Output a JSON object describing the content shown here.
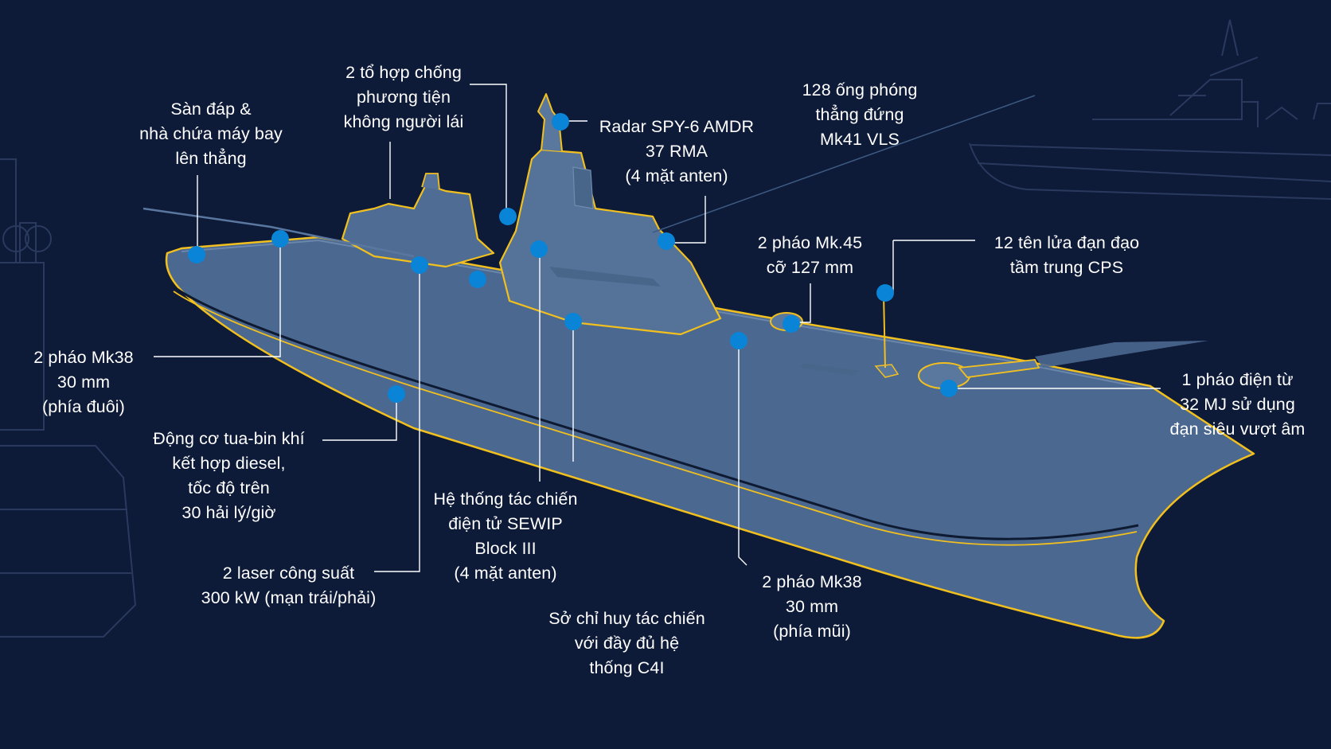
{
  "colors": {
    "background": "#0d1a38",
    "hull": "#4d6a8f",
    "hull_dark": "#3a557a",
    "outline": "#f2c01e",
    "marker": "#0a84d6",
    "leader_line": "#ffffff",
    "ghost_sketch": "#2a3a5e"
  },
  "callouts": [
    {
      "id": "helipad",
      "text": "Sàn đáp &\nnhà chứa máy bay\nlên thẳng"
    },
    {
      "id": "counter-uav",
      "text": "2 tổ hợp chống\nphương tiện\nkhông người lái"
    },
    {
      "id": "radar",
      "text": "Radar SPY-6 AMDR\n37 RMA\n(4 mặt anten)"
    },
    {
      "id": "vls",
      "text": "128 ống phóng\nthẳng đứng\nMk41 VLS"
    },
    {
      "id": "mk45",
      "text": "2 pháo Mk.45\ncỡ 127 mm"
    },
    {
      "id": "cps",
      "text": "12 tên lửa đạn đạo\ntầm trung CPS"
    },
    {
      "id": "railgun",
      "text": "1 pháo điện từ\n32 MJ sử dụng\nđạn siêu vượt âm"
    },
    {
      "id": "mk38-aft",
      "text": "2 pháo Mk38\n30 mm\n(phía đuôi)"
    },
    {
      "id": "engine",
      "text": "Động cơ tua-bin khí\nkết hợp diesel,\ntốc độ trên\n30 hải lý/giờ"
    },
    {
      "id": "laser",
      "text": "2 laser công suất\n300 kW (mạn trái/phải)"
    },
    {
      "id": "sewip",
      "text": "Hệ thống tác chiến\nđiện tử SEWIP\nBlock III\n(4 mặt anten)"
    },
    {
      "id": "c4i",
      "text": "Sở chỉ huy tác chiến\nvới đầy đủ hệ\nthống C4I"
    },
    {
      "id": "mk38-fwd",
      "text": "2 pháo Mk38\n30 mm\n(phía mũi)"
    }
  ]
}
